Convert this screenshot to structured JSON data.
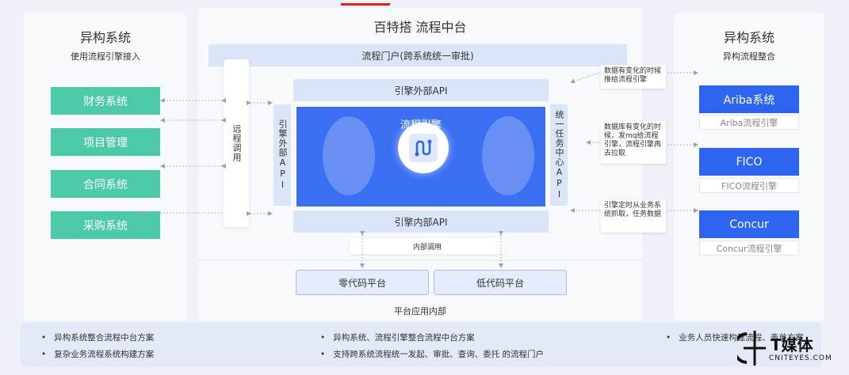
{
  "left": {
    "title": "异构系统",
    "subtitle": "使用流程引擎接入",
    "systems": [
      "财务系统",
      "项目管理",
      "合同系统",
      "采购系统"
    ]
  },
  "center": {
    "title": "百特搭 流程中台",
    "portal": "流程门户(跨系统统一审批)",
    "remote_call": "远程调用",
    "engine_external_api_v": "引擎外部API",
    "engine_external_api": "引擎外部API",
    "engine_core": "流程引擎",
    "task_center_api": "统一任务中心API",
    "engine_internal_api": "引擎内部API",
    "internal_call": "内部调用",
    "zero_code": "零代码平台",
    "low_code": "低代码平台",
    "platform_internal": "平台应用内部"
  },
  "notes": [
    "数据有变化的时候推给流程引擎",
    "数据库有变化的时候，发mq给流程引擎，流程引擎再去拉取",
    "引擎定时从业务系统抓取，任务数据"
  ],
  "right": {
    "title": "异构系统",
    "subtitle": "异构流程整合",
    "systems": [
      {
        "name": "Ariba系统",
        "engine": "Ariba流程引擎"
      },
      {
        "name": "FICO",
        "engine": "FICO流程引擎"
      },
      {
        "name": "Concur",
        "engine": "Concur流程引擎"
      }
    ]
  },
  "bullets": [
    "异构系统整合流程中台方案",
    "复杂业务流程系统构建方案",
    "异构系统、流程引擎整合流程中台方案",
    "支持跨系统流程统一发起、审批、查询、委托 的流程门户",
    "业务人员快速构建流程、表单方案"
  ],
  "watermark": {
    "mark": "T媒体",
    "site": "CNITEYES.COM"
  },
  "colors": {
    "teal": "#4ccaa7",
    "blue": "#2d64f0",
    "band": "#dbe5f8",
    "engine": "#3a6ff2",
    "accent": "#e02020"
  }
}
